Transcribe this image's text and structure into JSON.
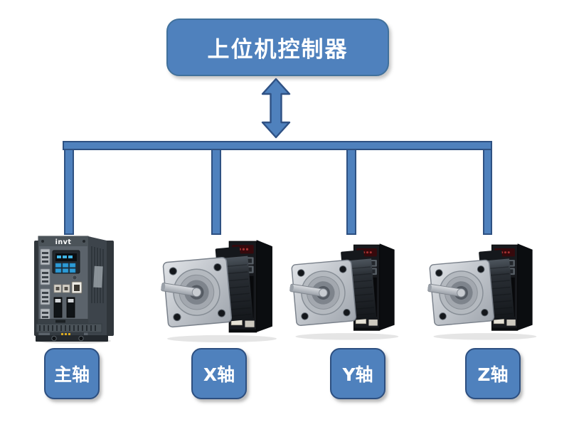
{
  "controller": {
    "label": "上位机控制器"
  },
  "axes": [
    {
      "label": "主轴",
      "device_icon": "inverter-drive",
      "device_logo": "invt"
    },
    {
      "label": "X轴",
      "device_icon": "servo-motor-with-drive"
    },
    {
      "label": "Y轴",
      "device_icon": "servo-motor-with-drive"
    },
    {
      "label": "Z轴",
      "device_icon": "servo-motor-with-drive"
    }
  ],
  "connections": {
    "arrow_icon": "bidirectional-vertical-arrow",
    "bus": "horizontal-bus-line",
    "drops": 4
  },
  "colors": {
    "node_fill": "#4f81bd",
    "node_border_dark": "#2d4f80",
    "controller_border": "#41719c",
    "connector_border": "#2e5182",
    "text": "#ffffff"
  }
}
